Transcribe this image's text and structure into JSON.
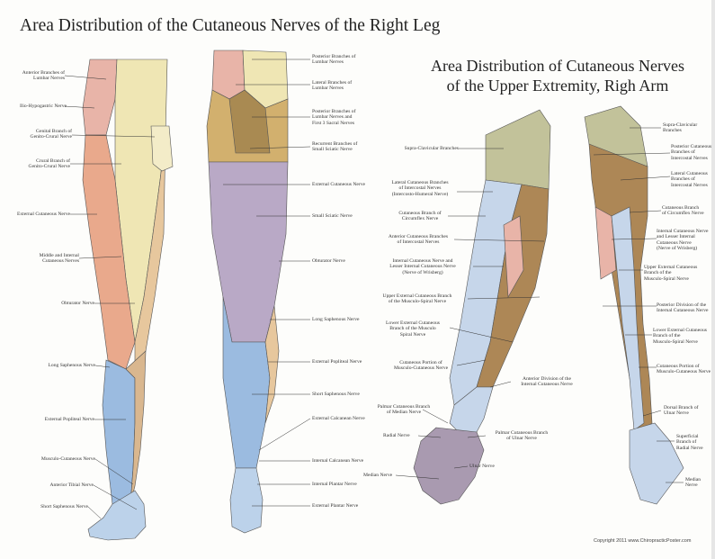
{
  "titles": {
    "leg": "Area Distribution of the Cutaneous Nerves of the Right Leg",
    "arm_line1": "Area Distribution of Cutaneous Nerves",
    "arm_line2": "of the Upper Extremity, Righ Arm"
  },
  "leg_front_labels": [
    "Anterior Branches of\nLumbar Nerves",
    "Ilio-Hypogastric Nerve",
    "Genital Branch of\nGenito-Crural Nerve",
    "Crural Branch of\nGenito-Crural Nerve",
    "External Cutaneous Nerve",
    "Middle and Internal\nCutaneous Nerves",
    "Obturator Nerve",
    "Long Saphenous Nerve",
    "External Popliteal Nerve",
    "Musculo-Cutaneous Nerve",
    "Anterior Tibial Nerve",
    "Short Saphenous Nerve"
  ],
  "leg_back_labels": [
    "Posterior Branches of\nLumbar Nerves",
    "Lateral Branches of\nLumbar Nerves",
    "Posterior Branches of\nLumbar Nerves and\nFirst 3 Sacral Nerves",
    "Recurrent Branches of\nSmall Sciatic Nerve",
    "External Cutaneous Nerve",
    "Small Sciatic Nerve",
    "Obturator Nerve",
    "Long Saphenous Nerve",
    "External Popliteal Nerve",
    "Short Saphenous Nerve",
    "External Calcanean Nerve",
    "Internal Calcanean Nerve",
    "Internal Plantar Nerve",
    "External Plantar Nerve"
  ],
  "arm_front_labels": [
    "Supra-Clavicular Branches",
    "Lateral Cutaneous Branches\nof Intercostal Nerves\n(Intercosto-Humeral Nerve)",
    "Cutaneous Branch of\nCircumflex Nerve",
    "Anterior Cutaneous Branches\nof Intercostal Nerves",
    "Internal Cutaneous Nerve and\nLesser Internal Cutaneous Nerve\n(Nerve of Wrisberg)",
    "Upper External Cutaneous Branch\nof the Musculo-Spiral Nerve",
    "Lower External Cutaneous\nBranch of the Musculo\nSpiral Nerve",
    "Cutaneous Portion of\nMusculo-Cutaneous Nerve",
    "Anterior Division of the\nInternal Cutaneous Nerve",
    "Palmar Cutaneous Branch\nof Median Nerve",
    "Radial Nerve",
    "Palmar Cutaneous Branch\nof Ulnar Nerve",
    "Ulnar Nerve",
    "Median Nerve"
  ],
  "arm_back_labels": [
    "Supra-Clavicular\nBranches",
    "Posterior Cutaneous\nBranches of\nIntercostal Nerves",
    "Lateral Cutaneous\nBranches of\nIntercostal Nerves",
    "Cutaneous Branch\nof Circumflex Nerve",
    "Internal Cutaneous Nerve\nand Lesser Internal\nCutaneous Nerve\n(Nerve of Wrisberg)",
    "Upper External Cutaneous\nBranch of the\nMusculo-Spiral Nerve",
    "Posterior Division of the\nInternal Cutaneous Nerve",
    "Lower External Cutaneous\nBranch of the\nMusculo-Spiral Nerve",
    "Cutaneous Portion of\nMusculo-Cutaneous Nerve",
    "Dorsal Branch of\nUlnar Nerve",
    "Superficial Branch of\nRadial Nerve",
    "Median\nNerve"
  ],
  "copyright": "Copyright 2011  www.ChiropracticPoster.com",
  "colors": {
    "pink": "#e8b4a8",
    "salmon": "#e9a98c",
    "cream": "#efe6b4",
    "tan": "#c9a46a",
    "lavender": "#b9a9c6",
    "blue": "#9bbbe0",
    "lightblue": "#c6d6ea",
    "olive": "#c2c29a",
    "brown": "#ad8756",
    "line": "#333333"
  }
}
